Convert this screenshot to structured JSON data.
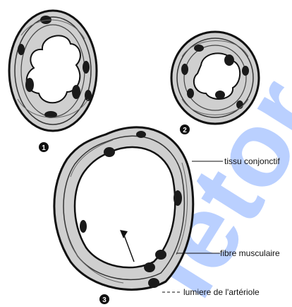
{
  "figure": {
    "panels": [
      {
        "number": "1"
      },
      {
        "number": "2"
      },
      {
        "number": "3"
      }
    ],
    "labels": {
      "connective_tissue": "tissu conjonctif",
      "muscle_fiber": "fibre musculaire",
      "lumen": "lumiere de l'artériole"
    },
    "watermark": "letor",
    "colors": {
      "ink": "#111111",
      "watermark": "#3b7bff"
    }
  }
}
